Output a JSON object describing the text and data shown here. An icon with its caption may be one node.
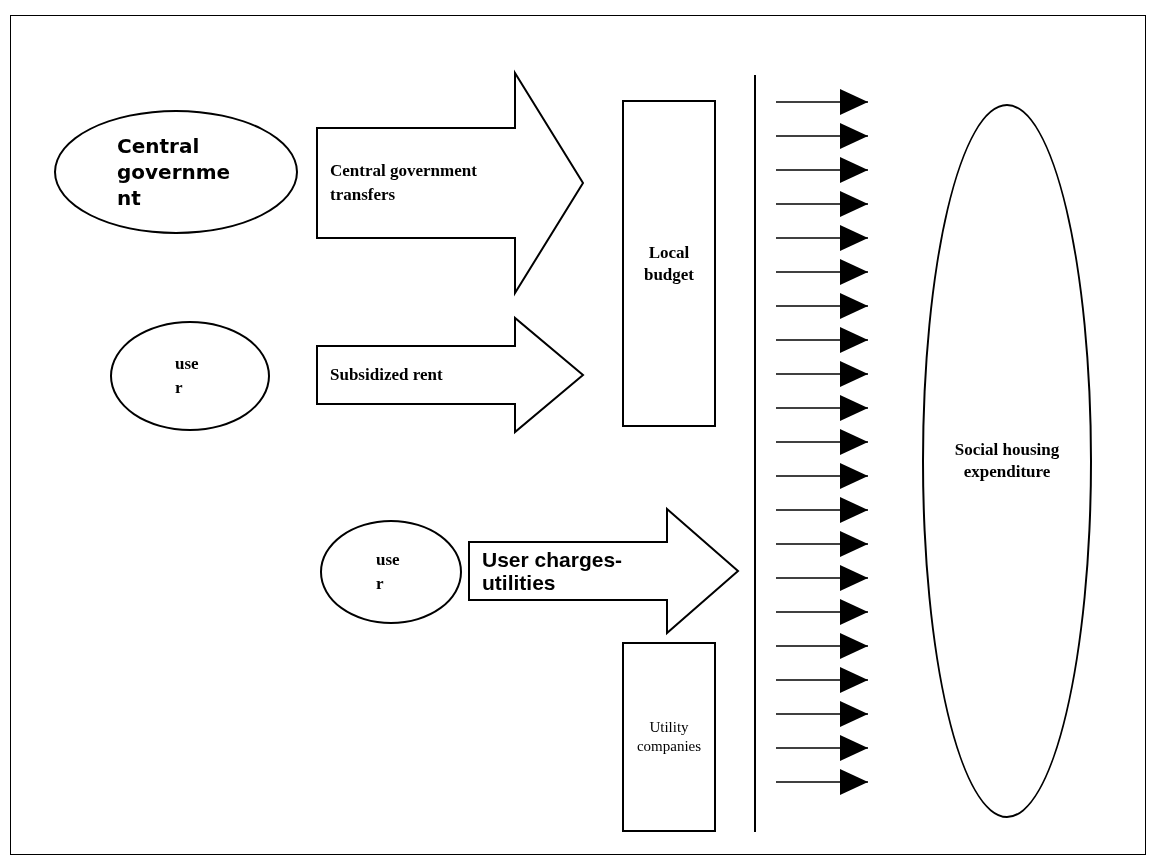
{
  "diagram": {
    "nodes": [
      {
        "text": [
          "Central government"
        ]
      },
      {
        "text": [
          "user"
        ]
      },
      {
        "text": [
          "user"
        ]
      },
      {
        "text": [
          "Local budget"
        ]
      },
      {
        "text": [
          "Utility companies"
        ]
      },
      {
        "text": [],
        "shape": "bar"
      },
      {
        "text": [
          "Social housing expenditure"
        ]
      }
    ],
    "edges": [
      {
        "from": 0,
        "to": 3,
        "arrow": "to",
        "label": "Central government transfers",
        "style": "thick"
      },
      {
        "from": 1,
        "to": 3,
        "arrow": "to",
        "label": "Subsidized rent",
        "style": "thick"
      },
      {
        "from": 2,
        "to": 5,
        "arrow": "to",
        "label": "User charges-utilities",
        "style": "thick"
      },
      {
        "from": 5,
        "to": 6,
        "arrow": "to"
      },
      {
        "from": 5,
        "to": 6,
        "arrow": "to"
      },
      {
        "from": 5,
        "to": 6,
        "arrow": "to"
      },
      {
        "from": 5,
        "to": 6,
        "arrow": "to"
      },
      {
        "from": 5,
        "to": 6,
        "arrow": "to"
      },
      {
        "from": 5,
        "to": 6,
        "arrow": "to"
      },
      {
        "from": 5,
        "to": 6,
        "arrow": "to"
      },
      {
        "from": 5,
        "to": 6,
        "arrow": "to"
      },
      {
        "from": 5,
        "to": 6,
        "arrow": "to"
      },
      {
        "from": 5,
        "to": 6,
        "arrow": "to"
      },
      {
        "from": 5,
        "to": 6,
        "arrow": "to"
      },
      {
        "from": 5,
        "to": 6,
        "arrow": "to"
      },
      {
        "from": 5,
        "to": 6,
        "arrow": "to"
      },
      {
        "from": 5,
        "to": 6,
        "arrow": "to"
      },
      {
        "from": 5,
        "to": 6,
        "arrow": "to"
      },
      {
        "from": 5,
        "to": 6,
        "arrow": "to"
      },
      {
        "from": 5,
        "to": 6,
        "arrow": "to"
      },
      {
        "from": 5,
        "to": 6,
        "arrow": "to"
      },
      {
        "from": 5,
        "to": 6,
        "arrow": "to"
      },
      {
        "from": 5,
        "to": 6,
        "arrow": "to"
      },
      {
        "from": 5,
        "to": 6,
        "arrow": "to"
      }
    ]
  }
}
